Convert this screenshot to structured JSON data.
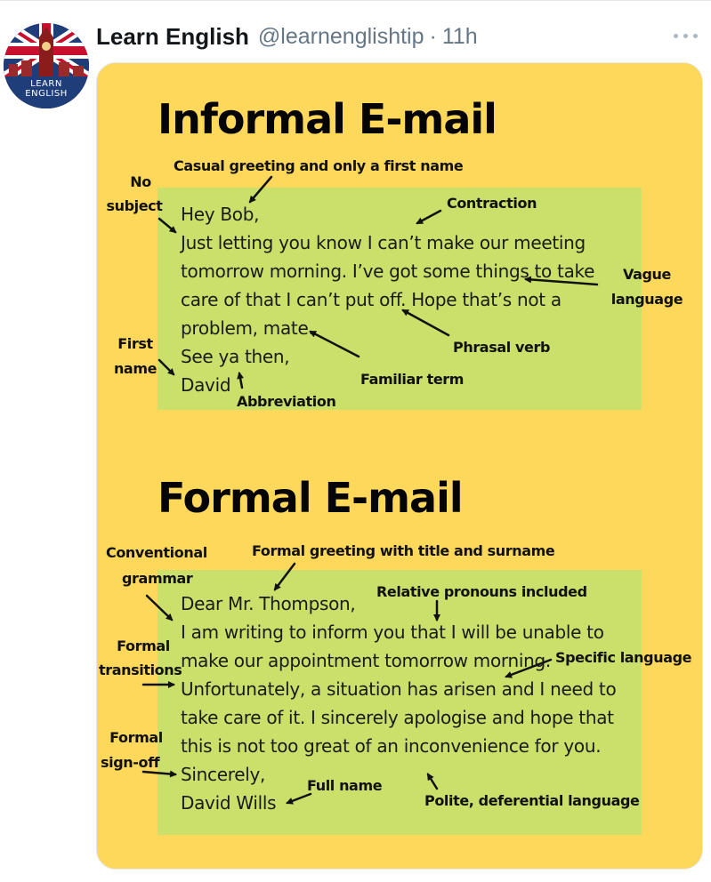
{
  "tweet": {
    "display_name": "Learn English",
    "handle": "@learnenglishtip",
    "separator": "·",
    "time": "11h",
    "avatar_text_line1": "LEARN",
    "avatar_text_line2": "ENGLISH"
  },
  "colors": {
    "card_background": "#fdd85a",
    "email_background": "#cbe06a"
  },
  "informal": {
    "title": "Informal E-mail",
    "lines": [
      "Hey Bob,",
      "Just letting you know I can’t make our meeting",
      "tomorrow morning. I’ve got some things to take",
      "care of that I can’t put off. Hope that’s not a",
      "problem, mate.",
      "See ya then,",
      "David"
    ],
    "annotations": {
      "casual_greeting": "Casual greeting and only a first name",
      "no_subject_1": "No",
      "no_subject_2": "subject",
      "contraction": "Contraction",
      "vague_1": "Vague",
      "vague_2": "language",
      "phrasal_verb": "Phrasal verb",
      "first_name_1": "First",
      "first_name_2": "name",
      "familiar_term": "Familiar term",
      "abbreviation": "Abbreviation"
    }
  },
  "formal": {
    "title": "Formal E-mail",
    "lines": [
      "Dear Mr. Thompson,",
      "I am writing to inform you that I will be unable to",
      "make our appointment tomorrow morning.",
      "Unfortunately, a situation has arisen and I need to",
      "take care of it. I sincerely apologise and hope that",
      "this is not too great of an inconvenience for you.",
      "Sincerely,",
      "David Wills"
    ],
    "annotations": {
      "conventional_1": "Conventional",
      "conventional_2": "grammar",
      "formal_greeting": "Formal greeting with title and surname",
      "relative_pronouns": "Relative pronouns included",
      "formal_transitions_1": "Formal",
      "formal_transitions_2": "transitions",
      "specific_language": "Specific language",
      "formal_signoff_1": "Formal",
      "formal_signoff_2": "sign-off",
      "full_name": "Full name",
      "polite": "Polite, deferential language"
    }
  }
}
